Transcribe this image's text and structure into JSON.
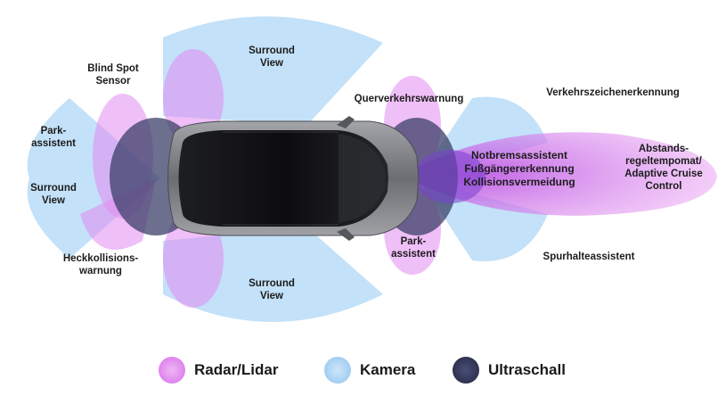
{
  "labels": {
    "surround_view_top": [
      "Surround",
      "View"
    ],
    "blind_spot": [
      "Blind Spot",
      "Sensor"
    ],
    "park_left": [
      "Park-",
      "assistent"
    ],
    "surround_view_left": [
      "Surround",
      "View"
    ],
    "heckkollision": [
      "Heckkollisions-",
      "warnung"
    ],
    "surround_view_bottom": [
      "Surround",
      "View"
    ],
    "querverkehr": "Querverkehrswarnung",
    "verkehrszeichen": "Verkehrszeichenerkennung",
    "notbrems": [
      "Notbremsassistent",
      "Fußgängererkennung",
      "Kollisionsvermeidung"
    ],
    "acc": [
      "Abstands-",
      "regeltempomat/",
      "Adaptive Cruise",
      "Control"
    ],
    "park_right": [
      "Park-",
      "assistent"
    ],
    "spurhalte": "Spurhalteassistent"
  },
  "legend": [
    {
      "label": "Radar/Lidar",
      "color": "#e59af0"
    },
    {
      "label": "Kamera",
      "color": "#a9d2f4"
    },
    {
      "label": "Ultraschall",
      "color": "#35385a"
    }
  ],
  "colors": {
    "camera": "#b9dcf7",
    "radar": "#e28af0",
    "ultrasound": "#3b3f68",
    "car_body": "#8f9196",
    "car_glass": "#141517"
  }
}
